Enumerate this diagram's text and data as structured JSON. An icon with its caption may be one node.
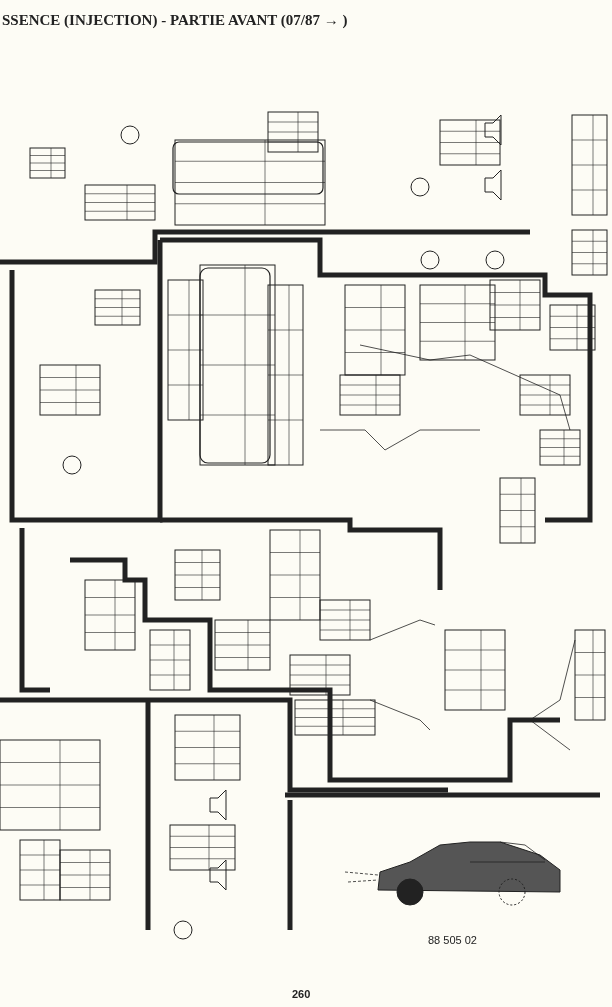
{
  "diagram": {
    "title": "SSENCE (INJECTION) - PARTIE AVANT (07/87 → )",
    "labels": [
      "88 505 02",
      "260"
    ]
  }
}
